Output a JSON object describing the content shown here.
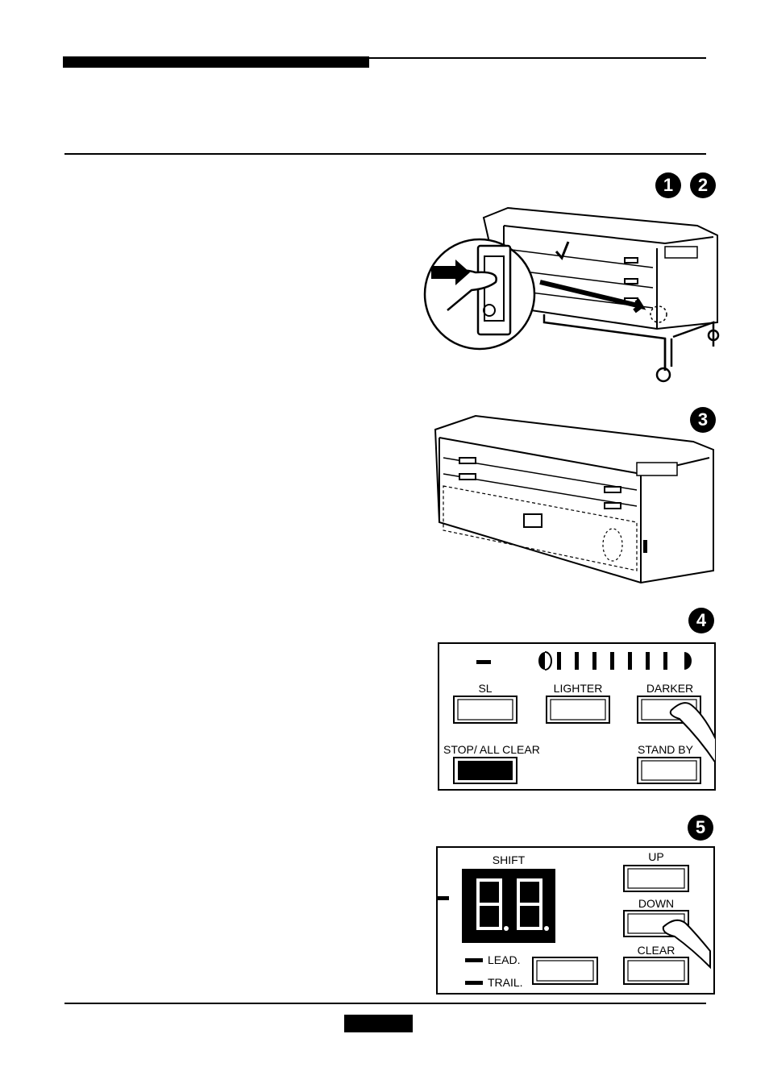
{
  "steps": {
    "s1": "1",
    "s2": "2",
    "s3": "3",
    "s4": "4",
    "s5": "5"
  },
  "panel4": {
    "sl": "SL",
    "lighter": "LIGHTER",
    "darker": "DARKER",
    "stop_all_clear": "STOP/ ALL CLEAR",
    "stand_by": "STAND BY"
  },
  "panel5": {
    "shift": "SHIFT",
    "up": "UP",
    "down": "DOWN",
    "clear": "CLEAR",
    "lead": "LEAD.",
    "trail": "TRAIL.",
    "display": "8.8."
  },
  "icons": [
    "finger-press-icon",
    "power-switch-icon",
    "arrow-icon",
    "density-indicator-icon"
  ]
}
